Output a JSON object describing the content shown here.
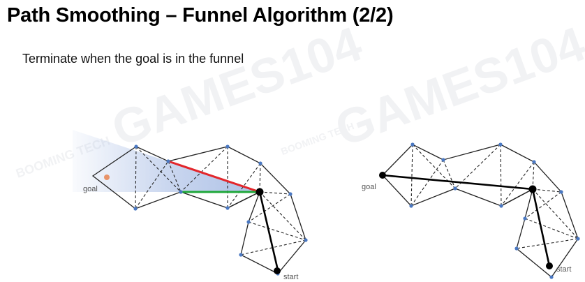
{
  "slide": {
    "title": "Path Smoothing – Funnel Algorithm (2/2)",
    "subtitle": "Terminate when the goal is in the funnel"
  },
  "watermark": {
    "text": "GAMES104",
    "secondary": "BOOMING TECH"
  },
  "diagrams": {
    "left": {
      "goal_label": "goal",
      "start_label": "start"
    },
    "right": {
      "goal_label": "goal",
      "start_label": "start"
    }
  },
  "colors": {
    "funnel_fill": "#8aa6dc",
    "funnel_edge_red": "#e3262b",
    "funnel_edge_green": "#1fa83a",
    "vertex": "#4a78c2",
    "goal_dot": "#e8946a",
    "path_line": "#000000"
  }
}
